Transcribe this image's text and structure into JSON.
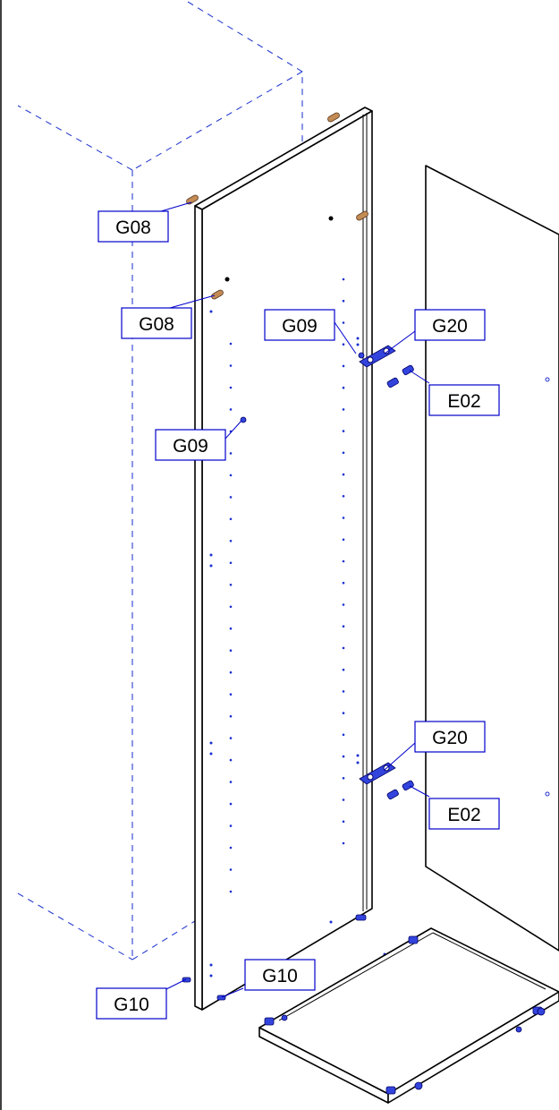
{
  "callouts": {
    "g08_top": "G08",
    "g08_mid": "G08",
    "g09_left": "G09",
    "g09_right": "G09",
    "g20_top": "G20",
    "g20_bottom": "G20",
    "e02_top": "E02",
    "e02_bottom": "E02",
    "g10_left": "G10",
    "g10_right": "G10"
  },
  "colors": {
    "callout_border": "#0000cc",
    "ghost_outline": "#2a3fd0",
    "hardware": "#3344dd",
    "dowel": "#c48b55"
  }
}
